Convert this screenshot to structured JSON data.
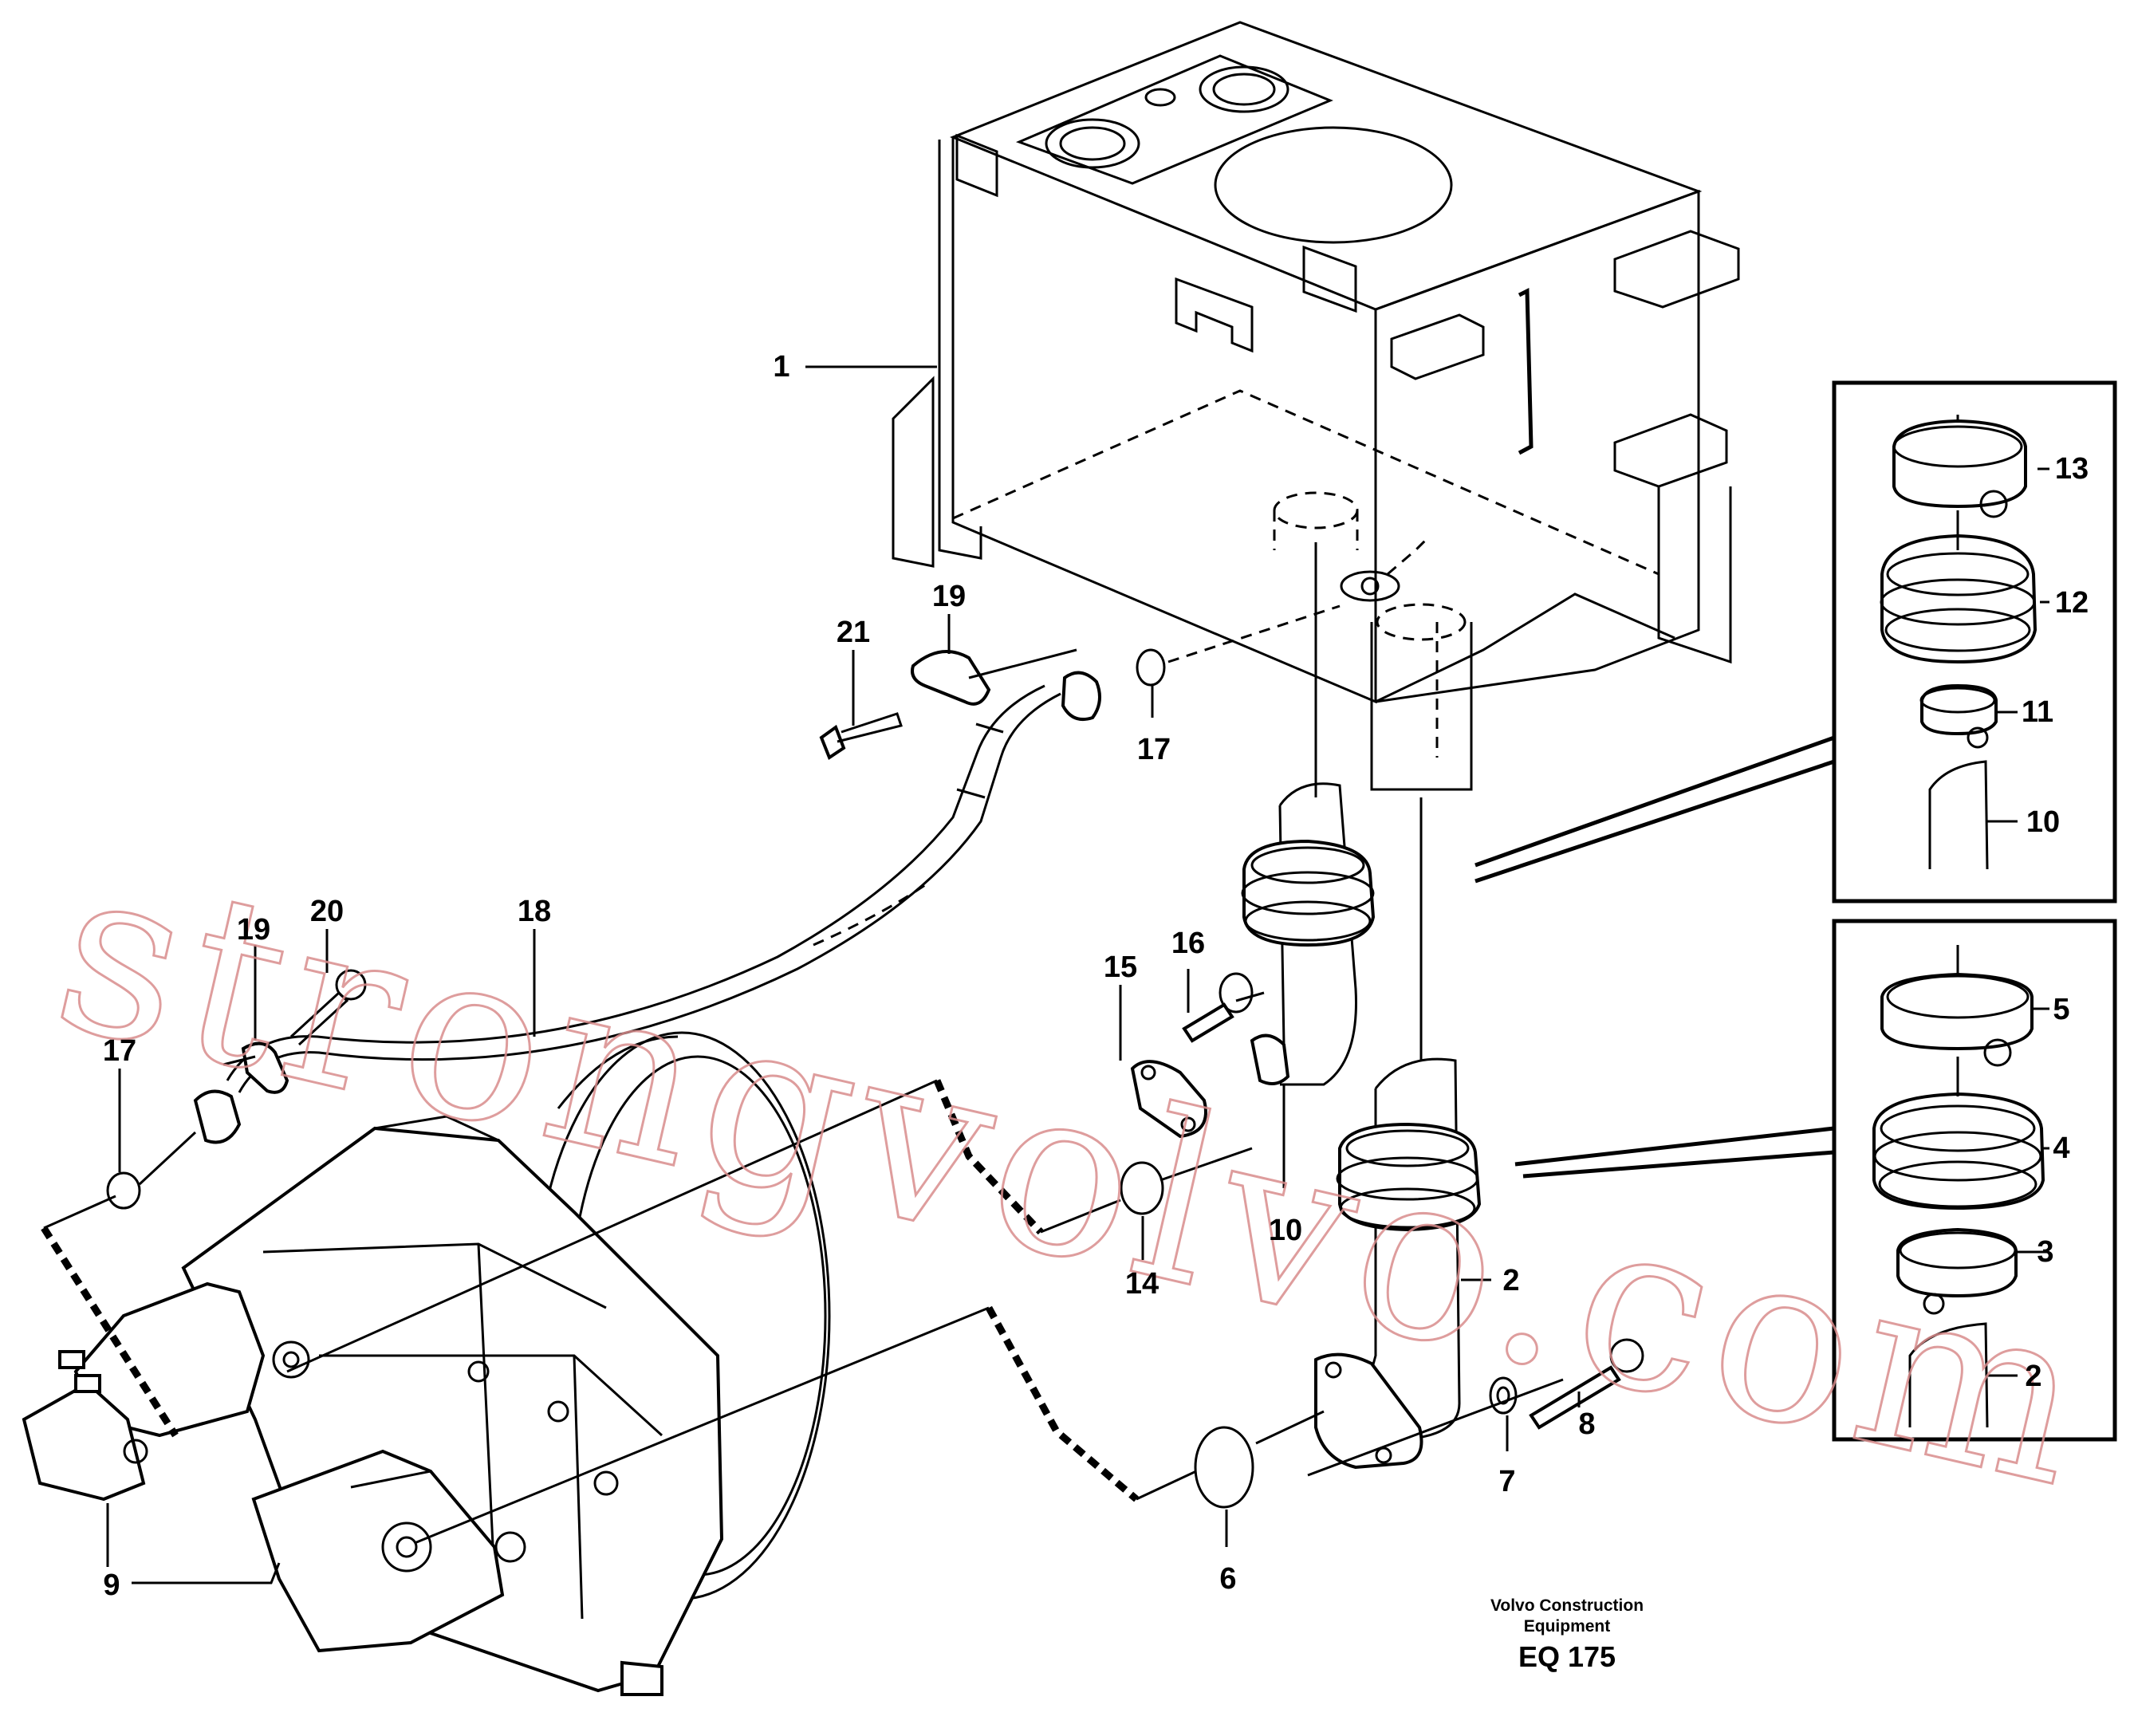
{
  "callouts": [
    {
      "id": "c1",
      "text": "1"
    },
    {
      "id": "c19a",
      "text": "19"
    },
    {
      "id": "c21",
      "text": "21"
    },
    {
      "id": "c17a",
      "text": "17"
    },
    {
      "id": "c18",
      "text": "18"
    },
    {
      "id": "c20",
      "text": "20"
    },
    {
      "id": "c19b",
      "text": "19"
    },
    {
      "id": "c17b",
      "text": "17"
    },
    {
      "id": "c15",
      "text": "15"
    },
    {
      "id": "c16",
      "text": "16"
    },
    {
      "id": "c10a",
      "text": "10"
    },
    {
      "id": "c14",
      "text": "14"
    },
    {
      "id": "c2a",
      "text": "2"
    },
    {
      "id": "c8",
      "text": "8"
    },
    {
      "id": "c7",
      "text": "7"
    },
    {
      "id": "c6",
      "text": "6"
    },
    {
      "id": "c9",
      "text": "9"
    },
    {
      "id": "c13",
      "text": "13"
    },
    {
      "id": "c12",
      "text": "12"
    },
    {
      "id": "c11",
      "text": "11"
    },
    {
      "id": "c10b",
      "text": "10"
    },
    {
      "id": "c5",
      "text": "5"
    },
    {
      "id": "c4",
      "text": "4"
    },
    {
      "id": "c3",
      "text": "3"
    },
    {
      "id": "c2b",
      "text": "2"
    }
  ],
  "footer": {
    "manufacturer_line1": "Volvo Construction",
    "manufacturer_line2": "Equipment",
    "drawing_code": "EQ 175"
  },
  "watermark": {
    "text": "strongvolvo.com",
    "color": "#d98c8c"
  }
}
